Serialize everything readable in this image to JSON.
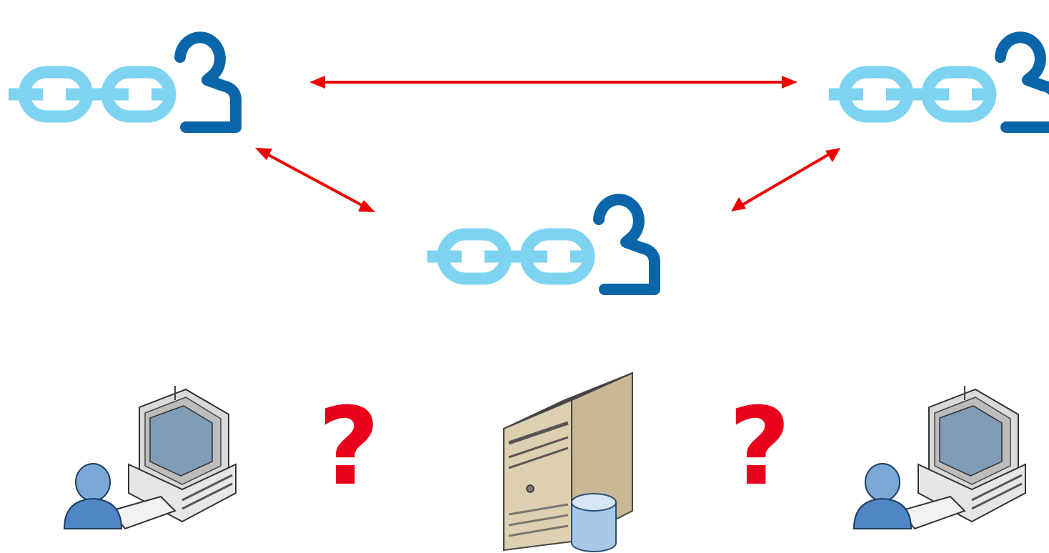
{
  "colors": {
    "link_light_blue": "#7dd3f0",
    "person_dark_blue": "#0a66a8",
    "arrow_red": "#ee0000",
    "question_red": "#e8001c",
    "server_beige": "#ddd0b0",
    "database_blue": "#a9c8e8"
  },
  "nodes": [
    {
      "id": "peer-top-left",
      "icon": "chain-link-person-icon"
    },
    {
      "id": "peer-top-right",
      "icon": "chain-link-person-icon"
    },
    {
      "id": "peer-center",
      "icon": "chain-link-person-icon"
    }
  ],
  "connections": [
    {
      "from": "peer-top-left",
      "to": "peer-top-right",
      "style": "double-arrow"
    },
    {
      "from": "peer-top-left",
      "to": "peer-center",
      "style": "double-arrow"
    },
    {
      "from": "peer-top-right",
      "to": "peer-center",
      "style": "double-arrow"
    }
  ],
  "bottom_row": {
    "left_client_icon": "user-workstation-icon",
    "server_icon": "database-server-icon",
    "right_client_icon": "user-workstation-icon",
    "left_question": "?",
    "right_question": "?"
  }
}
